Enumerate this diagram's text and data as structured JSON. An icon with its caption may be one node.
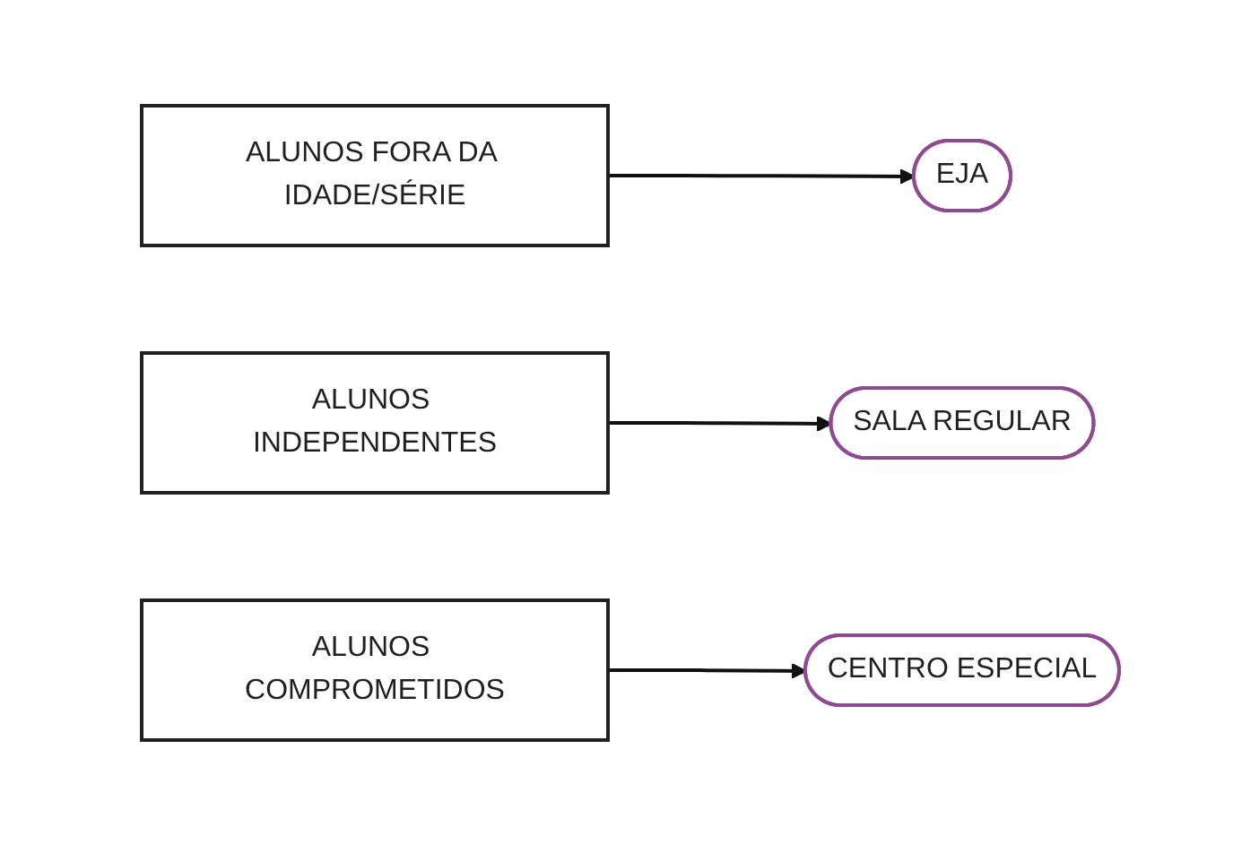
{
  "diagram": {
    "nodes": [
      {
        "text": [
          "ALUNOS FORA DA IDADE/SÉRIE"
        ]
      },
      {
        "text": [
          "EJA"
        ]
      },
      {
        "text": [
          "ALUNOS INDEPENDENTES"
        ]
      },
      {
        "text": [
          "SALA REGULAR"
        ]
      },
      {
        "text": [
          "ALUNOS COMPROMETIDOS"
        ]
      },
      {
        "text": [
          "CENTRO ESPECIAL"
        ]
      }
    ],
    "edges": [
      {
        "from": 0,
        "to": 1,
        "arrow": "to"
      },
      {
        "from": 2,
        "to": 3,
        "arrow": "to"
      },
      {
        "from": 4,
        "to": 5,
        "arrow": "to"
      }
    ]
  }
}
